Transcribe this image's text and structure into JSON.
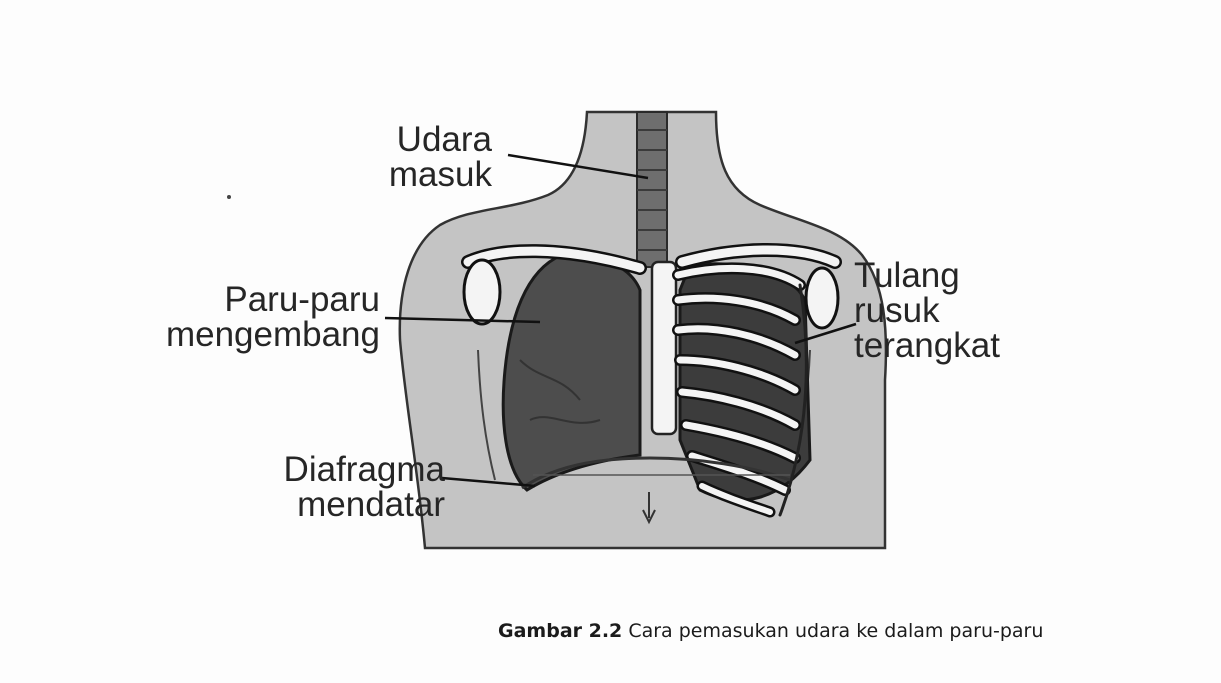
{
  "labels": {
    "air_in": [
      "Udara",
      "masuk"
    ],
    "lungs": [
      "Paru-paru",
      "mengembang"
    ],
    "ribs": [
      "Tulang",
      "rusuk",
      "terangkat"
    ],
    "diaphragm": [
      "Diafragma",
      "mendatar"
    ]
  },
  "caption": {
    "number": "Gambar 2.2",
    "text": "Cara pemasukan udara ke dalam paru-paru"
  },
  "colors": {
    "skin": "#c4c4c4",
    "lung": "#4d4d4d",
    "bone": "#f4f4f4",
    "ink": "#1a1a1a"
  }
}
